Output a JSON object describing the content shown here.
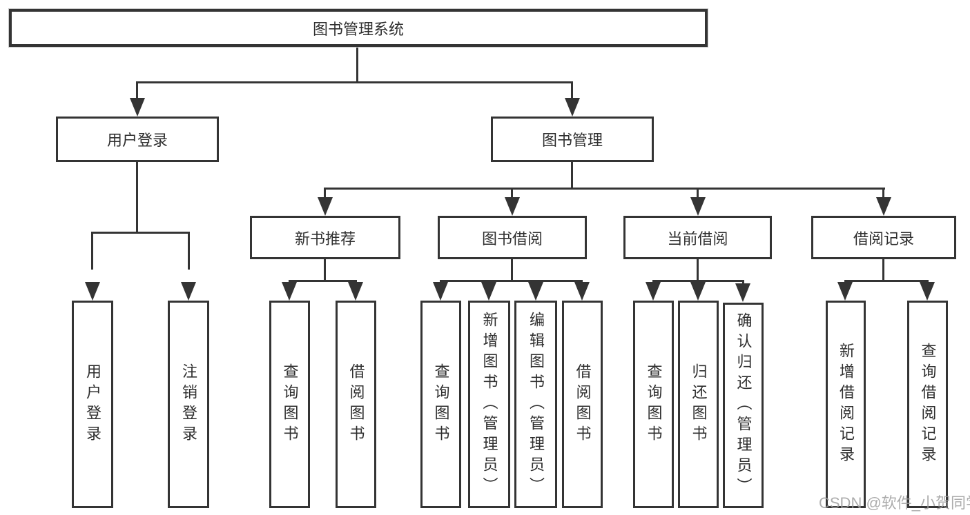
{
  "diagram": {
    "tree": {
      "label": "图书管理系统",
      "children": [
        {
          "label": "用户登录",
          "children": [
            {
              "label": "用户登录"
            },
            {
              "label": "注销登录"
            }
          ]
        },
        {
          "label": "图书管理",
          "children": [
            {
              "label": "新书推荐",
              "children": [
                {
                  "label": "查询图书"
                },
                {
                  "label": "借阅图书"
                }
              ]
            },
            {
              "label": "图书借阅",
              "children": [
                {
                  "label": "查询图书"
                },
                {
                  "label": "新增图书（管理员）"
                },
                {
                  "label": "编辑图书（管理员）"
                },
                {
                  "label": "借阅图书"
                }
              ]
            },
            {
              "label": "当前借阅",
              "children": [
                {
                  "label": "查询图书"
                },
                {
                  "label": "归还图书"
                },
                {
                  "label": "确认归还（管理员）"
                }
              ]
            },
            {
              "label": "借阅记录",
              "children": [
                {
                  "label": "新增借阅记录"
                },
                {
                  "label": "查询借阅记录"
                }
              ]
            }
          ]
        }
      ]
    },
    "line_color": "#343434",
    "background_color": "#ffffff"
  },
  "watermark": "CSDN @软件_小贺同学"
}
